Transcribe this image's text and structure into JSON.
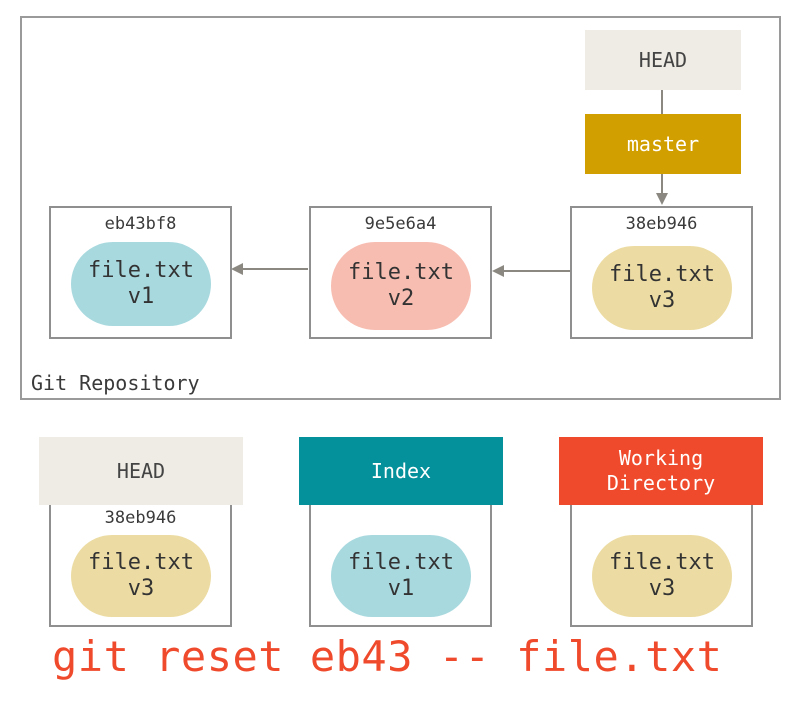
{
  "repository": {
    "label": "Git Repository",
    "head_label": "HEAD",
    "branch_label": "master",
    "commits": [
      {
        "sha": "eb43bf8",
        "file": "file.txt",
        "version": "v1",
        "color": "#a8d9df"
      },
      {
        "sha": "9e5e6a4",
        "file": "file.txt",
        "version": "v2",
        "color": "#f7bdb1"
      },
      {
        "sha": "38eb946",
        "file": "file.txt",
        "version": "v3",
        "color": "#ecdca3"
      }
    ]
  },
  "areas": [
    {
      "title": "HEAD",
      "title_color": "#eeece4",
      "title_text_color": "#444444",
      "sha": "38eb946",
      "file": "file.txt",
      "version": "v3",
      "blob_color": "#ecdca3"
    },
    {
      "title": "Index",
      "title_color": "#05919b",
      "title_text_color": "#ffffff",
      "sha": "",
      "file": "file.txt",
      "version": "v1",
      "blob_color": "#a8d9df"
    },
    {
      "title": "Working\nDirectory",
      "title_color": "#f04a2c",
      "title_text_color": "#ffffff",
      "sha": "",
      "file": "file.txt",
      "version": "v3",
      "blob_color": "#ecdca3"
    }
  ],
  "command": "git reset eb43 -- file.txt",
  "colors": {
    "head_box": "#eeece4",
    "master_box": "#d19f00",
    "border": "#8f8f8f",
    "arrow": "#8b8882",
    "command": "#f04a2c"
  }
}
